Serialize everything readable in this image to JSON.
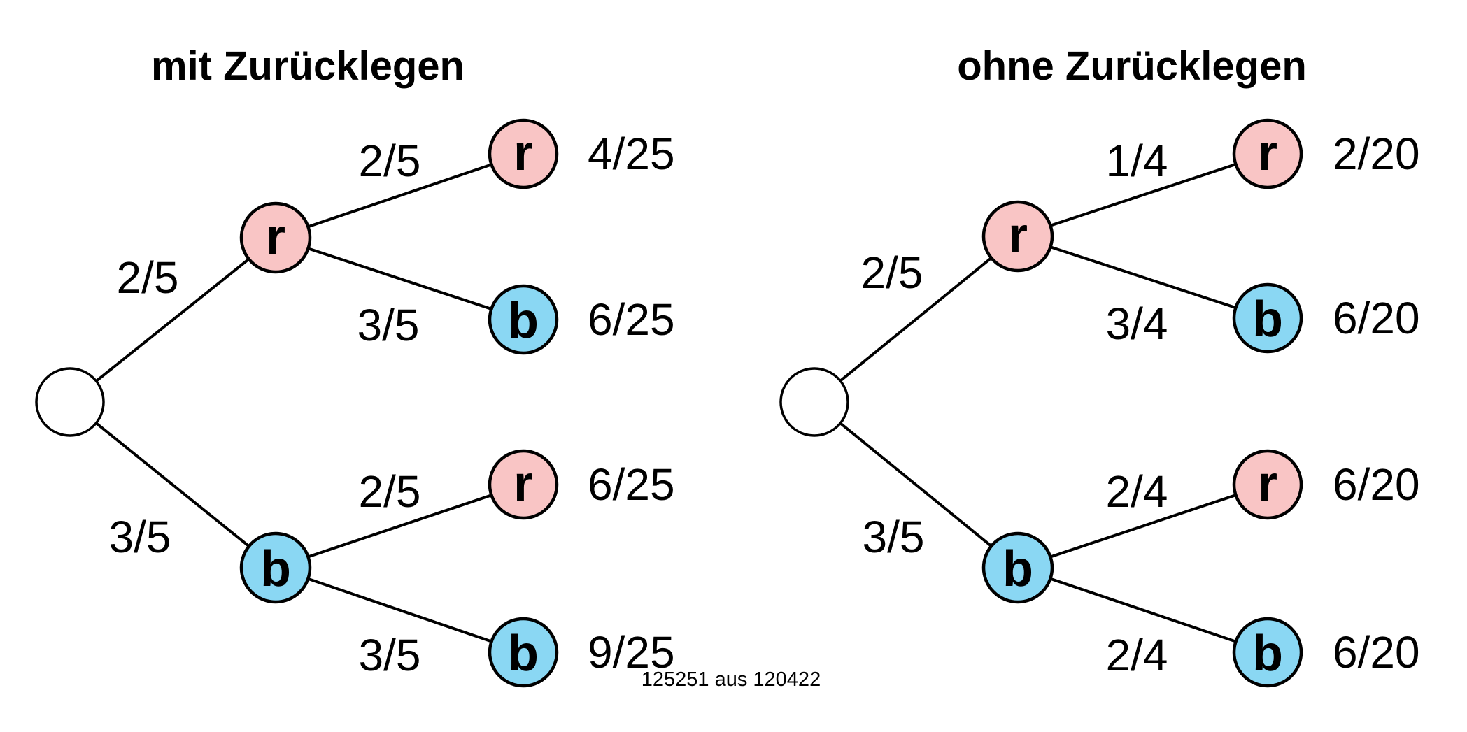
{
  "colors": {
    "red_node": "#f9c5c5",
    "blue_node": "#8ad7f3",
    "line": "#000000",
    "background": "#ffffff"
  },
  "footer": {
    "caption": "125251 aus 120422"
  },
  "left_tree": {
    "title": "mit Zurücklegen",
    "branches": {
      "root_r": {
        "prob": "2/5",
        "node": "r"
      },
      "root_b": {
        "prob": "3/5",
        "node": "b"
      },
      "r_r": {
        "prob": "2/5",
        "node": "r",
        "outcome": "4/25"
      },
      "r_b": {
        "prob": "3/5",
        "node": "b",
        "outcome": "6/25"
      },
      "b_r": {
        "prob": "2/5",
        "node": "r",
        "outcome": "6/25"
      },
      "b_b": {
        "prob": "3/5",
        "node": "b",
        "outcome": "9/25"
      }
    }
  },
  "right_tree": {
    "title": "ohne Zurücklegen",
    "branches": {
      "root_r": {
        "prob": "2/5",
        "node": "r"
      },
      "root_b": {
        "prob": "3/5",
        "node": "b"
      },
      "r_r": {
        "prob": "1/4",
        "node": "r",
        "outcome": "2/20"
      },
      "r_b": {
        "prob": "3/4",
        "node": "b",
        "outcome": "6/20"
      },
      "b_r": {
        "prob": "2/4",
        "node": "r",
        "outcome": "6/20"
      },
      "b_b": {
        "prob": "2/4",
        "node": "b",
        "outcome": "6/20"
      }
    }
  }
}
